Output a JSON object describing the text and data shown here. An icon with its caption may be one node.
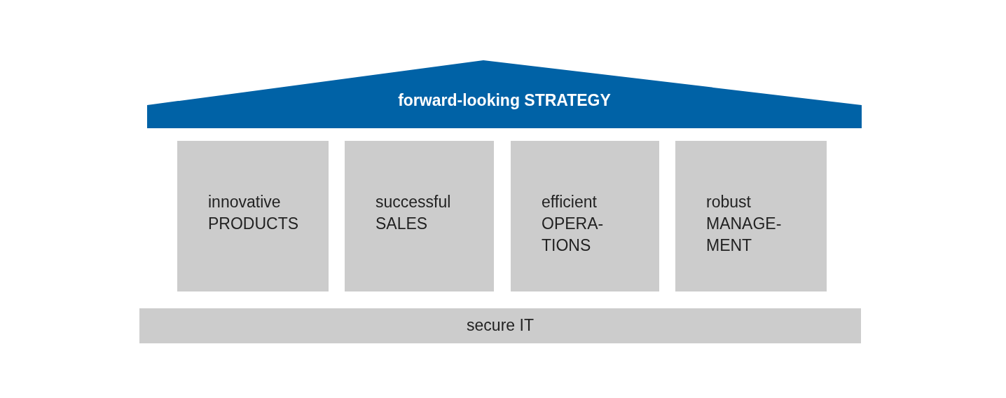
{
  "diagram": {
    "nodes": [
      {
        "text": [
          "forward-looking STRATEGY"
        ]
      },
      {
        "text": [
          "innovative",
          "PRODUCTS"
        ]
      },
      {
        "text": [
          "successful",
          "SALES"
        ]
      },
      {
        "text": [
          "efficient",
          "OPERA- TIONS"
        ]
      },
      {
        "text": [
          "robust",
          "MANAGE- MENT"
        ]
      },
      {
        "text": [
          "secure IT"
        ]
      }
    ]
  }
}
